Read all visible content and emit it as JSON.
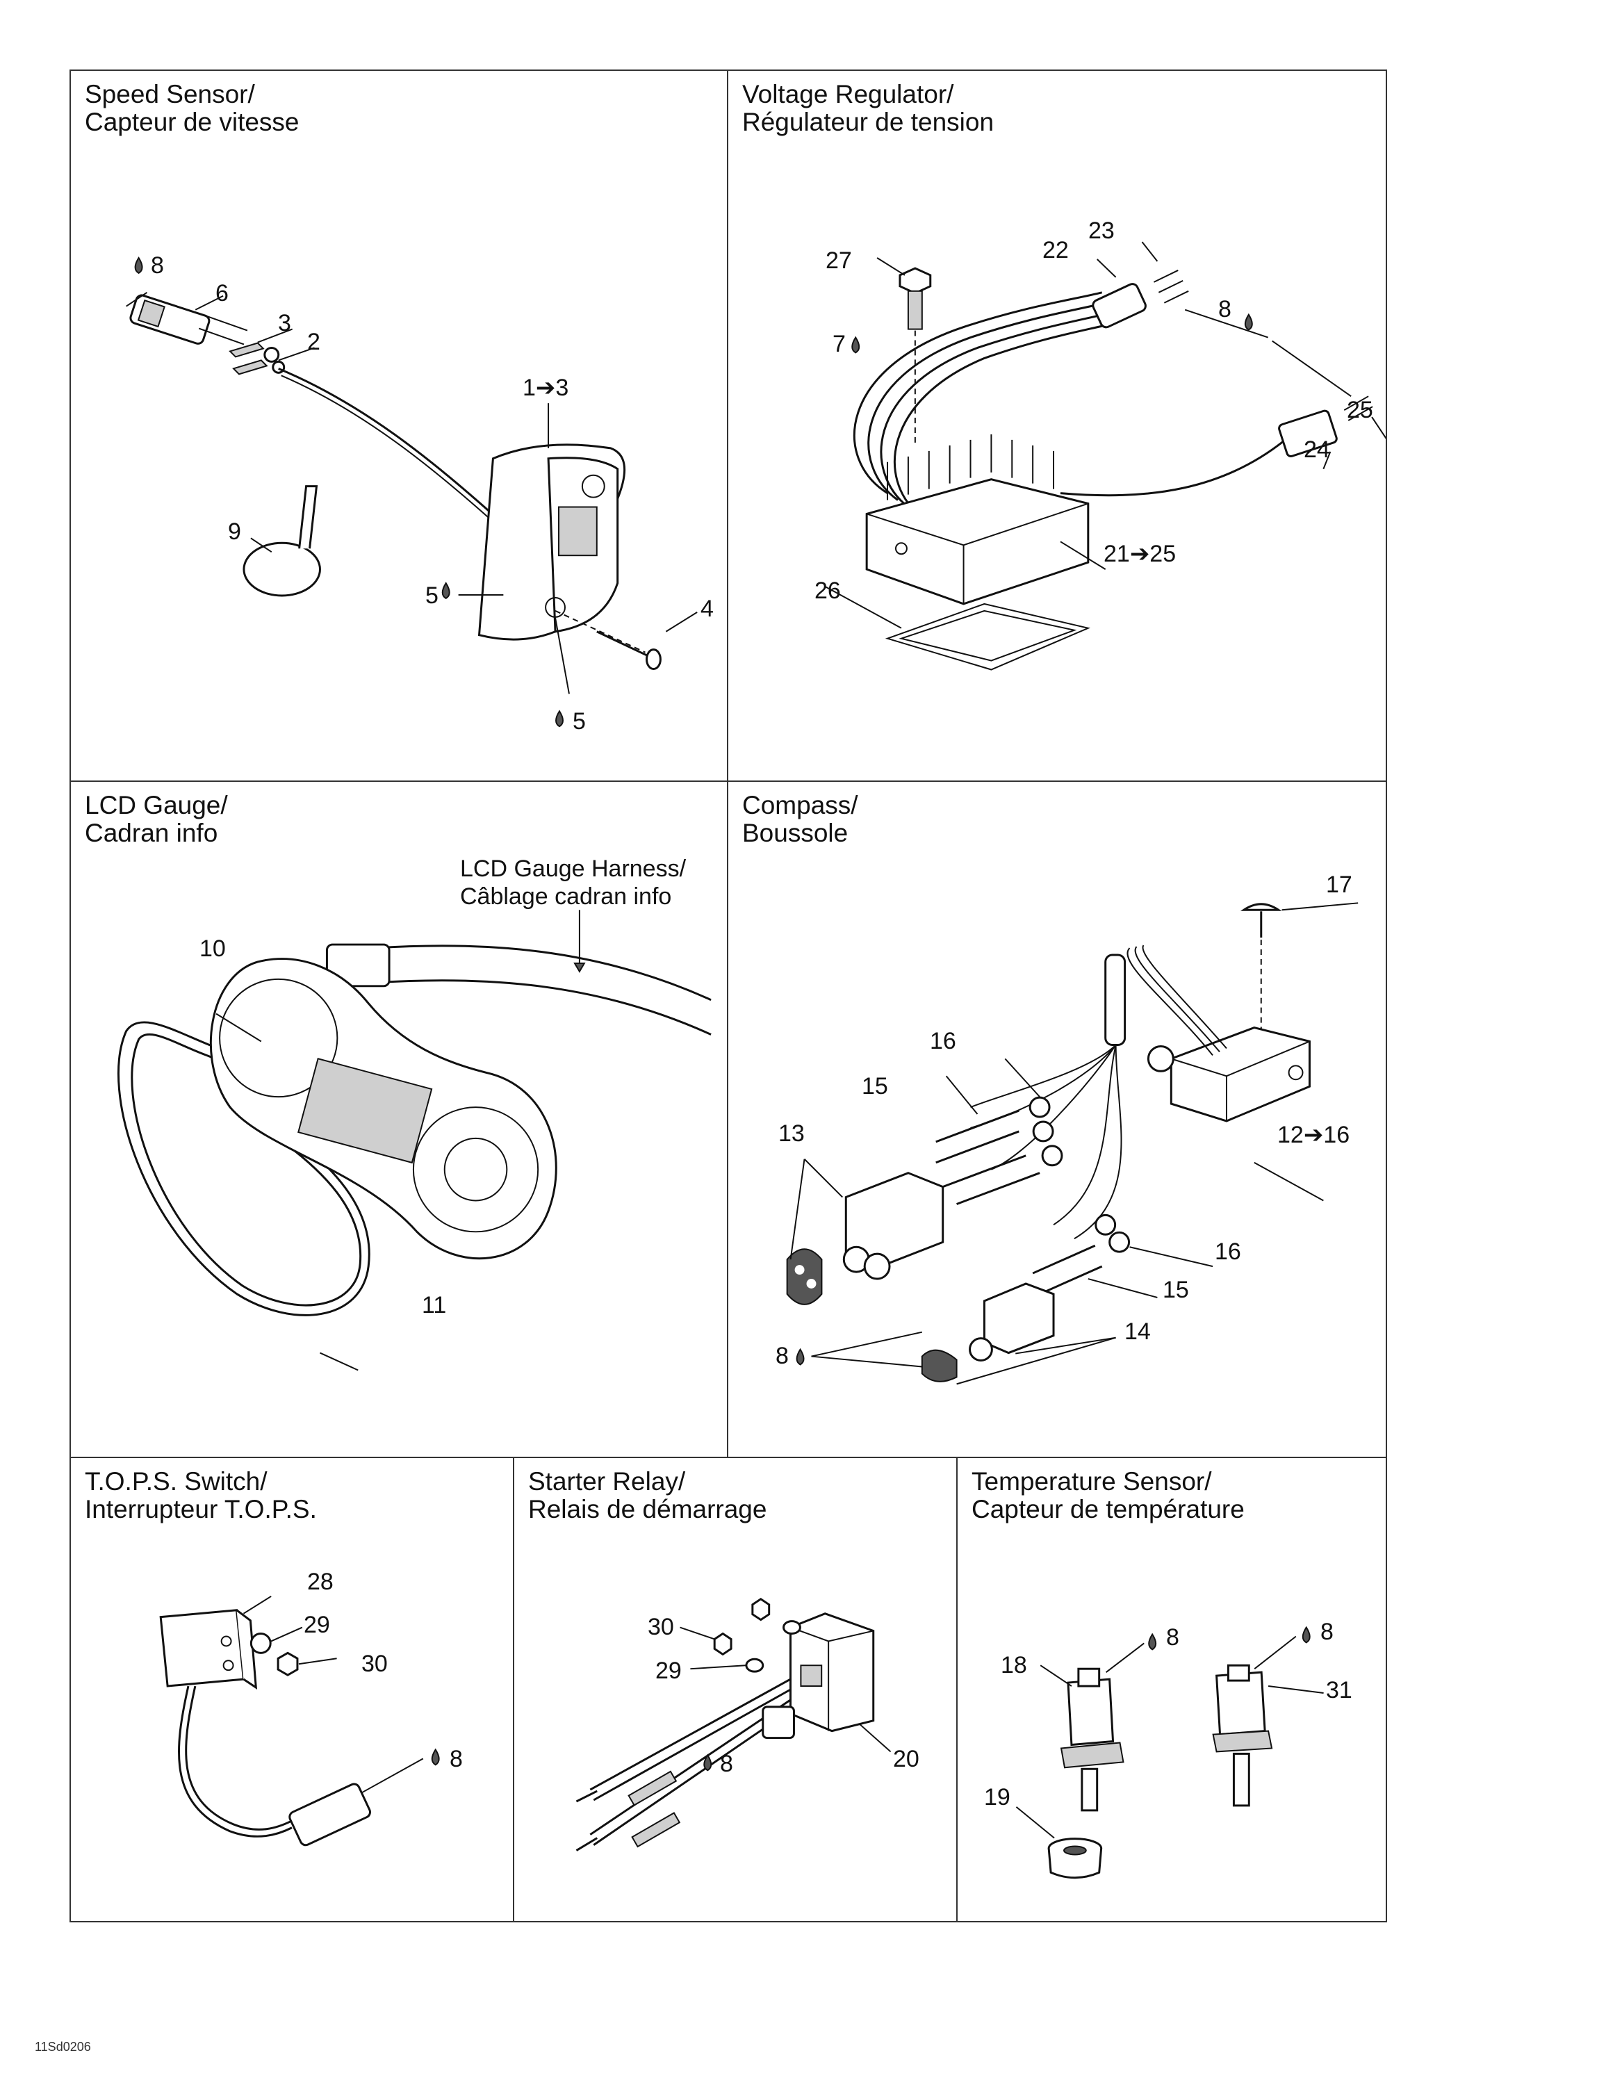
{
  "figure_code": "11Sd0206",
  "panels": {
    "speed_sensor": {
      "title_en": "Speed Sensor/",
      "title_fr": "Capteur de vitesse",
      "callouts": {
        "c8": "8",
        "c6": "6",
        "c3": "3",
        "c2": "2",
        "c13": "1➔3",
        "c9": "9",
        "c5a": "5",
        "c4": "4",
        "c5b": "5"
      }
    },
    "voltage_regulator": {
      "title_en": "Voltage Regulator/",
      "title_fr": "Régulateur de tension",
      "callouts": {
        "c27": "27",
        "c22": "22",
        "c23": "23",
        "c8": "8",
        "c7": "7",
        "c25": "25",
        "c24": "24",
        "c2125": "21➔25",
        "c26": "26"
      }
    },
    "lcd_gauge": {
      "title_en": "LCD Gauge/",
      "title_fr": "Cadran info",
      "harness_en": "LCD Gauge Harness/",
      "harness_fr": "Câblage cadran info",
      "callouts": {
        "c10": "10",
        "c11": "11"
      }
    },
    "compass": {
      "title_en": "Compass/",
      "title_fr": "Boussole",
      "callouts": {
        "c17": "17",
        "c16a": "16",
        "c15a": "15",
        "c13": "13",
        "c1216": "12➔16",
        "c16b": "16",
        "c15b": "15",
        "c8": "8",
        "c14": "14"
      }
    },
    "tops_switch": {
      "title_en": "T.O.P.S. Switch/",
      "title_fr": "Interrupteur T.O.P.S.",
      "callouts": {
        "c28": "28",
        "c29": "29",
        "c30": "30",
        "c8": "8"
      }
    },
    "starter_relay": {
      "title_en": "Starter Relay/",
      "title_fr": "Relais de démarrage",
      "callouts": {
        "c30": "30",
        "c29": "29",
        "c8": "8",
        "c20": "20"
      }
    },
    "temperature_sensor": {
      "title_en": "Temperature Sensor/",
      "title_fr": "Capteur de température",
      "callouts": {
        "c18": "18",
        "c8a": "8",
        "c8b": "8",
        "c31": "31",
        "c19": "19"
      }
    }
  }
}
